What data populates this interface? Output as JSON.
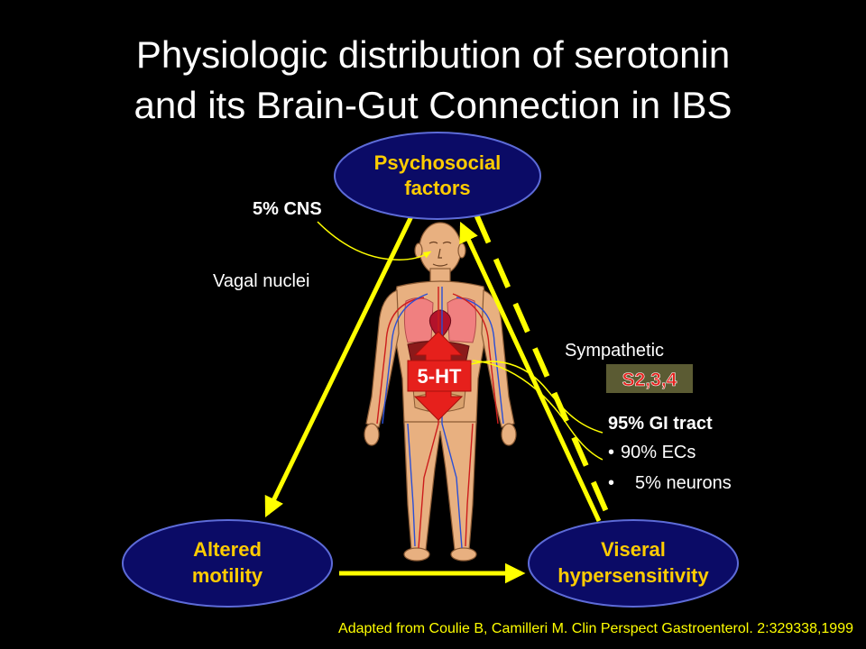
{
  "title": {
    "line1": "Physiologic distribution of serotonin",
    "line2": "and its Brain-Gut Connection in IBS"
  },
  "nodes": {
    "psychosocial": {
      "line1": "Psychosocial",
      "line2": "factors"
    },
    "altered": {
      "line1": "Altered",
      "line2": "motility"
    },
    "visceral": {
      "line1": "Viseral",
      "line2": "hypersensitivity"
    }
  },
  "labels": {
    "cns": "5% CNS",
    "vagal": "Vagal nuclei",
    "sympathetic": "Sympathetic",
    "sacral": "S2,3,4",
    "ht": "5-HT",
    "gi_title": "95% GI tract",
    "gi_items": [
      "90% ECs",
      "5% neurons"
    ],
    "bullet": "•"
  },
  "citation": "Adapted from Coulie B, Camilleri M. Clin Perspect Gastroenterol. 2:329338,1999",
  "colors": {
    "background": "#000000",
    "ellipse_fill": "#0b0b66",
    "ellipse_stroke": "#5d6bd8",
    "node_text": "#ffcc00",
    "arrow": "#ffff00",
    "label_text": "#ffffff",
    "sacral_box": "#5b5b33",
    "sacral_text": "#e6201c",
    "ht_box": "#e6201c",
    "citation_text": "#ffff00"
  }
}
